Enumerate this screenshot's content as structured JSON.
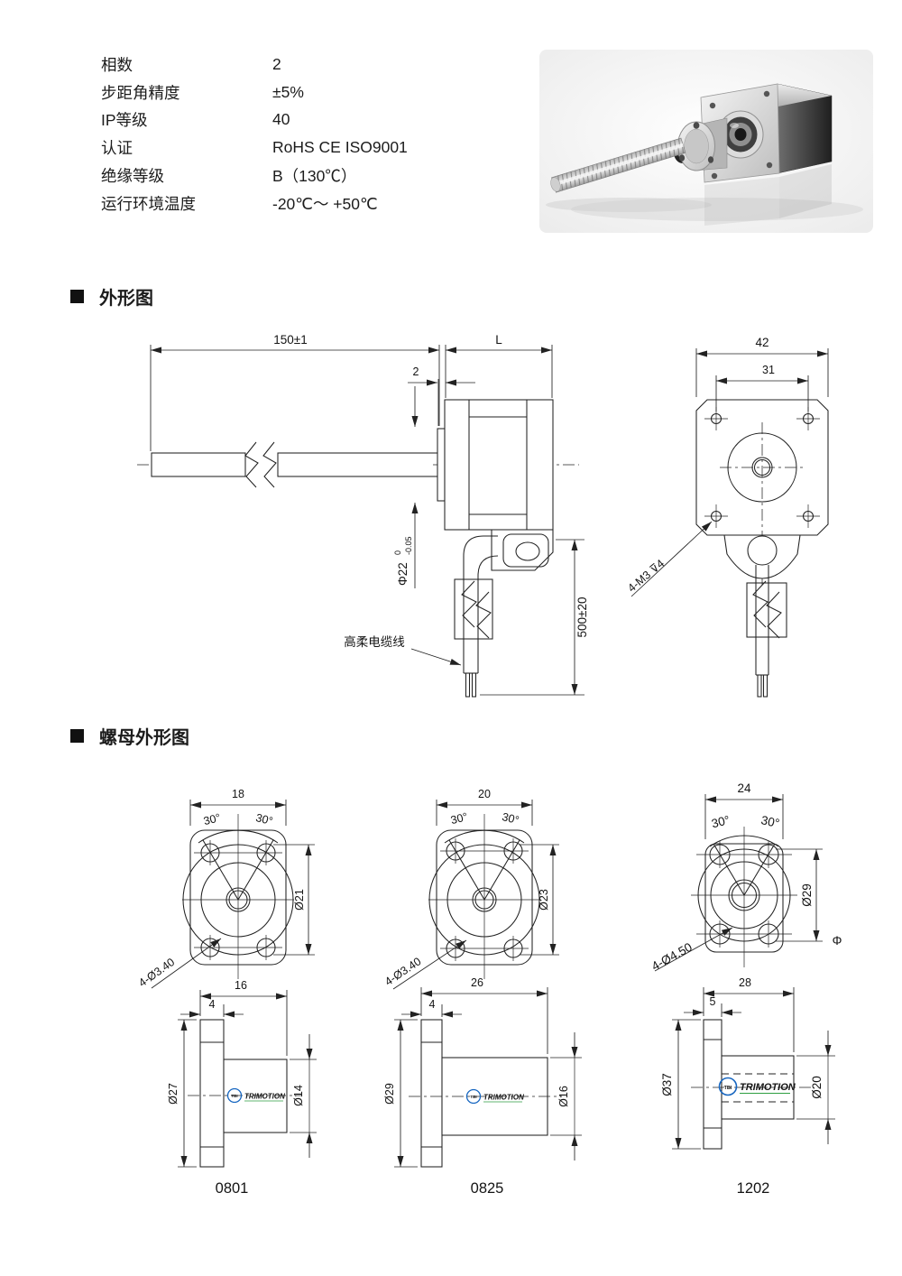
{
  "specs": {
    "rows": [
      {
        "label": "相数",
        "value": "2"
      },
      {
        "label": "步距角精度",
        "value": "±5%"
      },
      {
        "label": "IP等级",
        "value": "40"
      },
      {
        "label": "认证",
        "value": "RoHS CE ISO9001"
      },
      {
        "label": "绝缘等级",
        "value": "B（130℃）"
      },
      {
        "label": "运行环境温度",
        "value": "-20℃～ +50℃"
      }
    ]
  },
  "sections": {
    "outline": "外形图",
    "nut": "螺母外形图"
  },
  "outline": {
    "screw_length": "150±1",
    "motor_length": "L",
    "boss_thickness": "2",
    "boss_dia": "Φ22",
    "boss_tol_top": "0",
    "boss_tol_bottom": "-0.05",
    "cable_length": "500±20",
    "cable_label": "高柔电缆线",
    "front_width": "42",
    "front_hole_spacing": "31",
    "tap_note": "4-M3 ⊽4"
  },
  "nuts": [
    {
      "model": "0801",
      "front": {
        "width": "18",
        "angle_l": "30°",
        "angle_r": "30°",
        "dia": "Ø21",
        "holes": "4-Ø3.40"
      },
      "side": {
        "length": "16",
        "flange": "4",
        "flange_dia": "Ø27",
        "body_dia": "Ø14"
      }
    },
    {
      "model": "0825",
      "front": {
        "width": "20",
        "angle_l": "30°",
        "angle_r": "30°",
        "dia": "Ø23",
        "holes": "4-Ø3.40"
      },
      "side": {
        "length": "26",
        "flange": "4",
        "flange_dia": "Ø29",
        "body_dia": "Ø16"
      }
    },
    {
      "model": "1202",
      "front": {
        "width": "24",
        "angle_l": "30°",
        "angle_r": "30°",
        "dia": "Ø29",
        "holes": "4-Ø4.50",
        "extra": "Φ"
      },
      "side": {
        "length": "28",
        "flange": "5",
        "flange_dia": "Ø37",
        "body_dia": "Ø20"
      }
    }
  ],
  "brand": {
    "name": "TRIMOTION",
    "abbr": "TBI"
  },
  "colors": {
    "line": "#222222",
    "brand_blue": "#1565c0",
    "brand_green": "#2e9e41"
  }
}
